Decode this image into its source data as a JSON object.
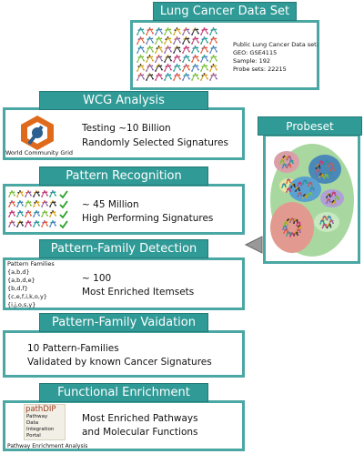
{
  "dataset": {
    "title": "Lung Cancer Data Set",
    "lines": [
      "Public Lung Cancer Data set:",
      "GEO: GSE4115",
      "Sample: 192",
      "Probe sets: 22215"
    ]
  },
  "wcg": {
    "title": "WCG Analysis",
    "line1": "Testing ~10 Billion",
    "line2": "Randomly Selected Signatures",
    "logo_caption": "World Community Grid"
  },
  "pattern_recognition": {
    "title": "Pattern Recognition",
    "line1": "~ 45 Million",
    "line2": "High Performing Signatures"
  },
  "pattern_family_detection": {
    "title": "Pattern-Family Detection",
    "families_title": "Pattern Families",
    "families": [
      "{a,b,d}",
      "{a,b,d,e}",
      "{b,d,f}",
      "{c,e,f,i,k,o,y}",
      "{i,j,o,s,y}"
    ],
    "line1": "~ 100",
    "line2": "Most Enriched Itemsets"
  },
  "pattern_family_validation": {
    "title": "Pattern-Family Vaidation",
    "line1": "10 Pattern-Families",
    "line2": "Validated by known Cancer Signatures"
  },
  "functional_enrichment": {
    "title": "Functional Enrichment",
    "line1": "Most Enriched Pathways",
    "line2": "and Molecular Functions",
    "logo_title": "pathDIP",
    "logo_lines": [
      "Pathway",
      "Data",
      "Integration",
      "Portal"
    ],
    "logo_caption": "Pathway Enrichment Analysis"
  },
  "probeset_clustering": {
    "title": "Probeset Clustering"
  },
  "colors": {
    "header": "#2f9a96",
    "border": "#4aa7a3",
    "check": "#2aa02a",
    "arrow": "#999999"
  }
}
